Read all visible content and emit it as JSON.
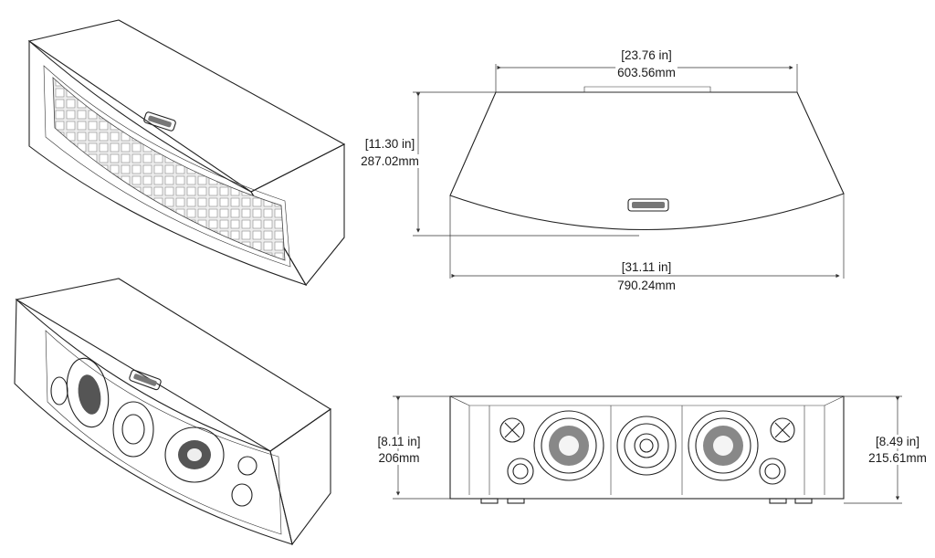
{
  "dimensions": {
    "top_width_in": "[23.76 in]",
    "top_width_mm": "603.56mm",
    "depth_in": "[11.30 in]",
    "depth_mm": "287.02mm",
    "overall_width_in": "[31.11 in]",
    "overall_width_mm": "790.24mm",
    "front_height_in": "[8.11 in]",
    "front_height_mm": "206mm",
    "rear_height_in": "[8.49 in]",
    "rear_height_mm": "215.61mm"
  },
  "colors": {
    "line": "#222222",
    "grille": "#d8d8d8",
    "driver": "#555555",
    "background": "#ffffff"
  }
}
